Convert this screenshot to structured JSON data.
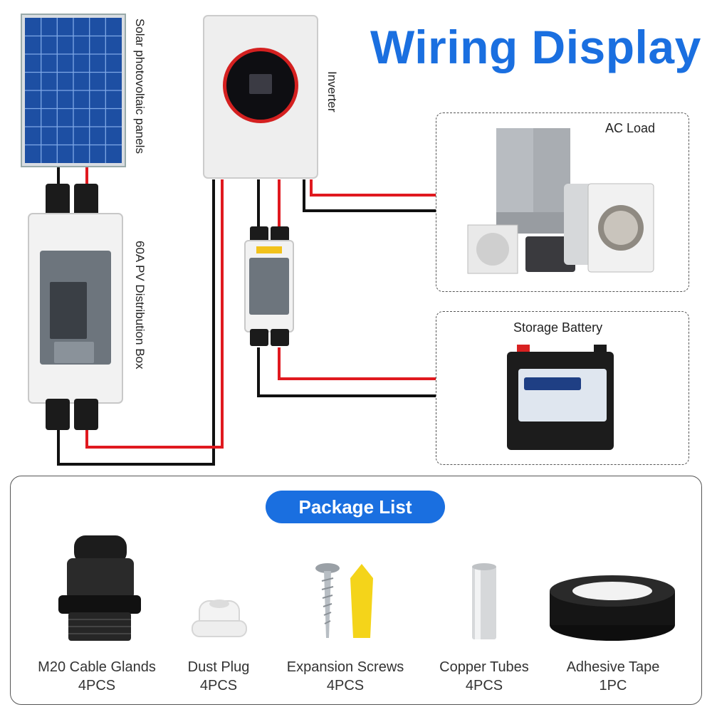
{
  "title": "Wiring Display",
  "labels": {
    "solar": "Solar photovoltaic panels",
    "inverter": "Inverter",
    "pv_box": "60A PV Distribution Box",
    "ac_load": "AC Load",
    "battery": "Storage Battery"
  },
  "package": {
    "title": "Package List",
    "items": [
      {
        "name": "M20 Cable Glands",
        "qty": "4PCS"
      },
      {
        "name": "Dust Plug",
        "qty": "4PCS"
      },
      {
        "name": "Expansion Screws",
        "qty": "4PCS"
      },
      {
        "name": "Copper Tubes",
        "qty": "4PCS"
      },
      {
        "name": "Adhesive Tape",
        "qty": "1PC"
      }
    ]
  },
  "colors": {
    "accent": "#1a6fe0",
    "wire_positive": "#e0191f",
    "wire_negative": "#111111"
  }
}
